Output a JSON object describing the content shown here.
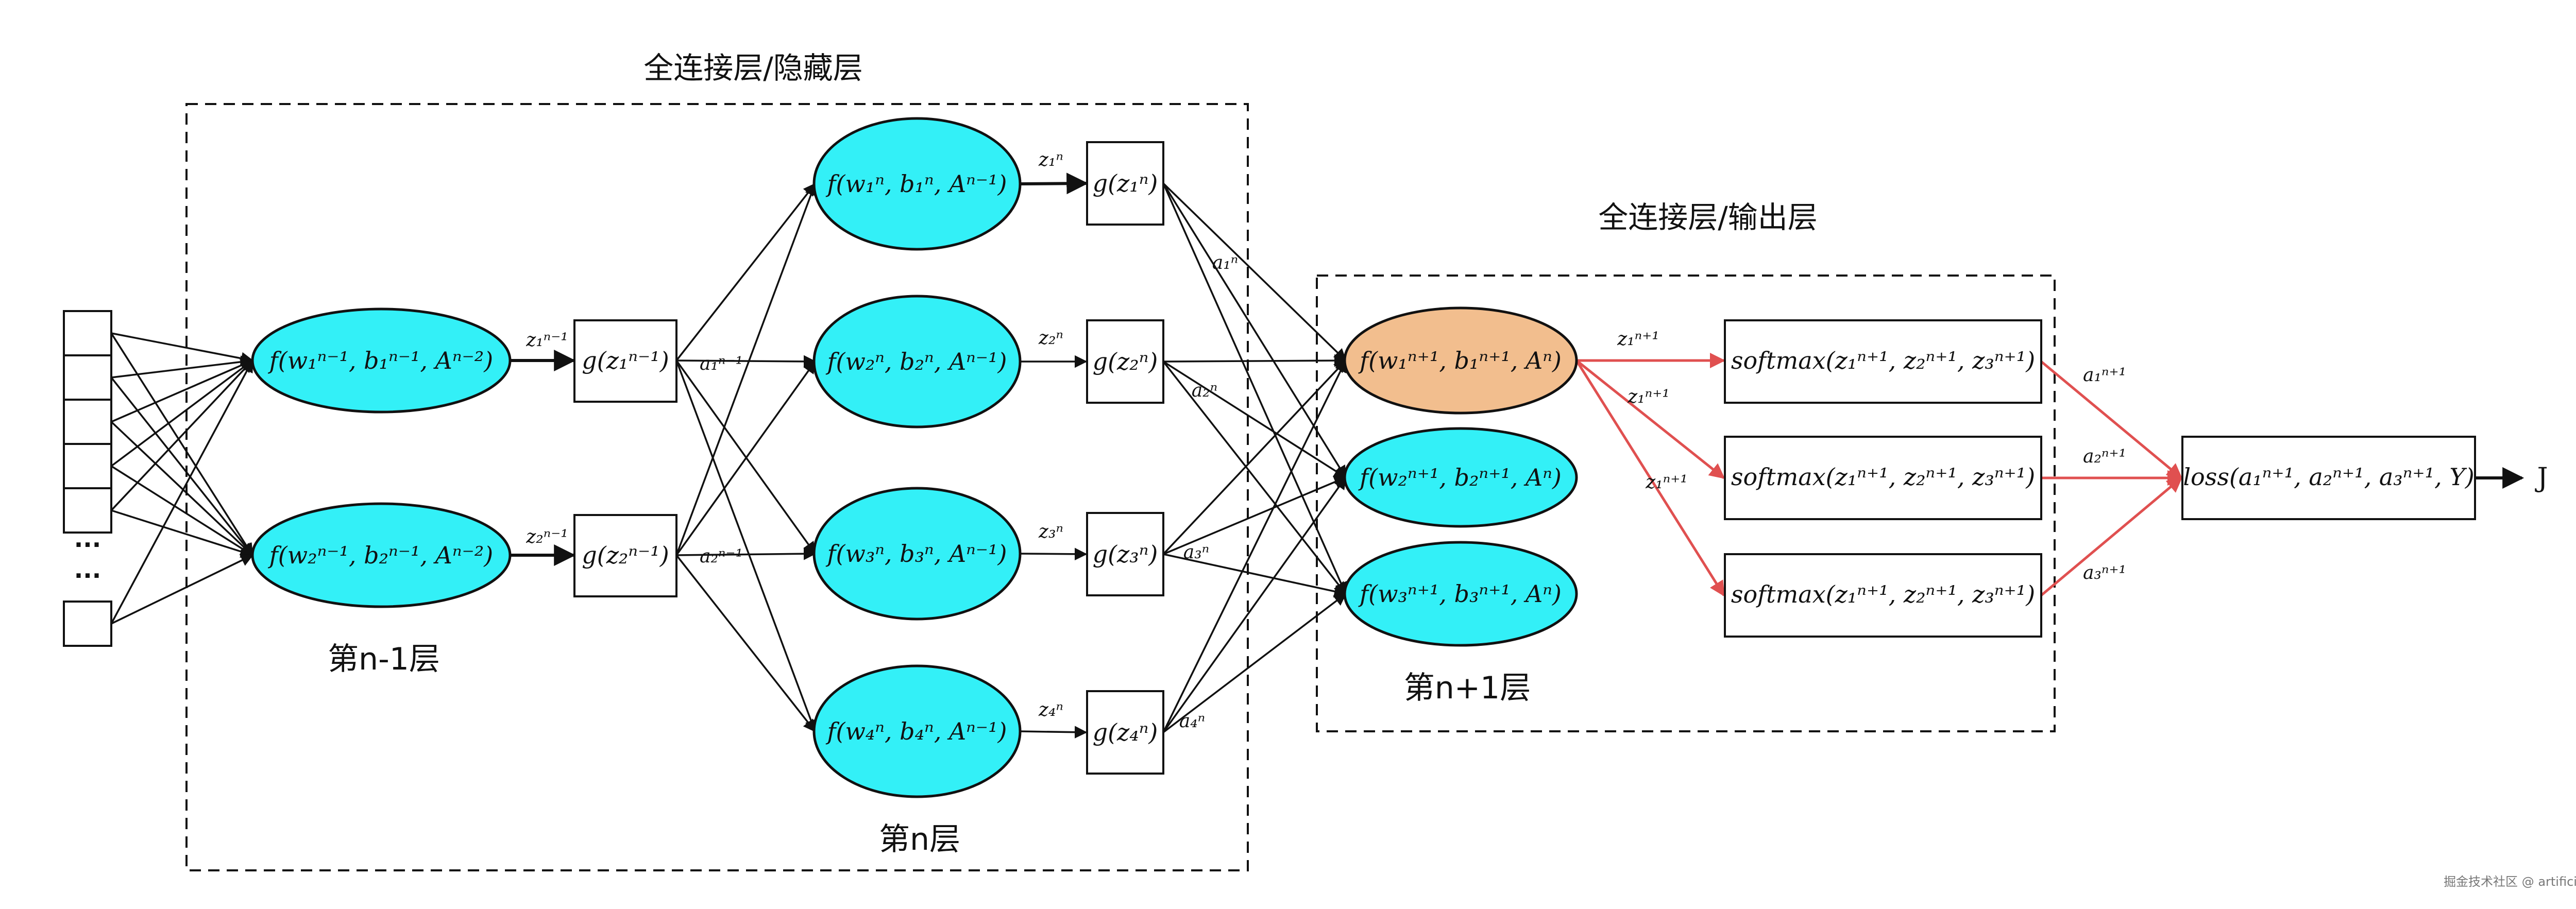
{
  "regions": {
    "hidden": {
      "title": "全连接层/隐藏层"
    },
    "output": {
      "title": "全连接层/输出层"
    }
  },
  "layer_labels": {
    "n_minus_1": "第n-1层",
    "n": "第n层",
    "n_plus_1": "第n+1层"
  },
  "input": {
    "ellipsis": "...",
    "ellipsis2": "..."
  },
  "nodes": {
    "f_n1_1": "f(w₁ⁿ⁻¹, b₁ⁿ⁻¹, Aⁿ⁻²)",
    "f_n1_2": "f(w₂ⁿ⁻¹, b₂ⁿ⁻¹, Aⁿ⁻²)",
    "g_n1_1": "g(z₁ⁿ⁻¹)",
    "g_n1_2": "g(z₂ⁿ⁻¹)",
    "f_n_1": "f(w₁ⁿ, b₁ⁿ, Aⁿ⁻¹)",
    "f_n_2": "f(w₂ⁿ, b₂ⁿ, Aⁿ⁻¹)",
    "f_n_3": "f(w₃ⁿ, b₃ⁿ, Aⁿ⁻¹)",
    "f_n_4": "f(w₄ⁿ, b₄ⁿ, Aⁿ⁻¹)",
    "g_n_1": "g(z₁ⁿ)",
    "g_n_2": "g(z₂ⁿ)",
    "g_n_3": "g(z₃ⁿ)",
    "g_n_4": "g(z₄ⁿ)",
    "f_np1_1": "f(w₁ⁿ⁺¹, b₁ⁿ⁺¹, Aⁿ)",
    "f_np1_2": "f(w₂ⁿ⁺¹, b₂ⁿ⁺¹, Aⁿ)",
    "f_np1_3": "f(w₃ⁿ⁺¹, b₃ⁿ⁺¹, Aⁿ)",
    "softmax_1": "softmax(z₁ⁿ⁺¹, z₂ⁿ⁺¹, z₃ⁿ⁺¹)",
    "softmax_2": "softmax(z₁ⁿ⁺¹, z₂ⁿ⁺¹, z₃ⁿ⁺¹)",
    "softmax_3": "softmax(z₁ⁿ⁺¹, z₂ⁿ⁺¹, z₃ⁿ⁺¹)",
    "loss": "loss(a₁ⁿ⁺¹, a₂ⁿ⁺¹, a₃ⁿ⁺¹, Y)",
    "J": "J"
  },
  "edge_labels": {
    "z_n1_1": "z₁ⁿ⁻¹",
    "z_n1_2": "z₂ⁿ⁻¹",
    "a_n1_1": "a₁ⁿ⁻¹",
    "a_n1_2": "a₂ⁿ⁻¹",
    "z_n_1": "z₁ⁿ",
    "z_n_2": "z₂ⁿ",
    "z_n_3": "z₃ⁿ",
    "z_n_4": "z₄ⁿ",
    "a_n_1": "a₁ⁿ",
    "a_n_2": "a₂ⁿ",
    "a_n_3": "a₃ⁿ",
    "a_n_4": "a₄ⁿ",
    "z_np1_a": "z₁ⁿ⁺¹",
    "z_np1_b": "z₁ⁿ⁺¹",
    "z_np1_c": "z₁ⁿ⁺¹",
    "a_np1_1": "a₁ⁿ⁺¹",
    "a_np1_2": "a₂ⁿ⁺¹",
    "a_np1_3": "a₃ⁿ⁺¹"
  },
  "colors": {
    "cyan": "#33f0f7",
    "orange": "#f2be8e",
    "red": "#e05050",
    "ink": "#111111"
  },
  "watermark": "掘金技术社区 @ artificiali"
}
